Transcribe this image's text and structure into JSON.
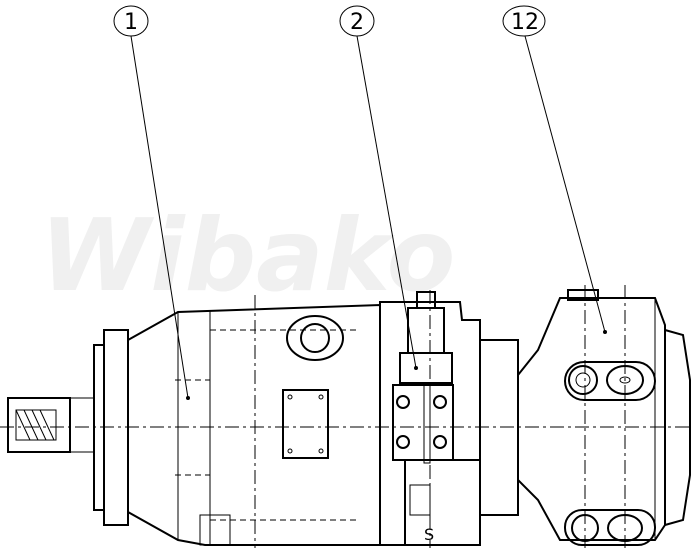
{
  "watermark": "Wibako",
  "callouts": [
    {
      "id": "1"
    },
    {
      "id": "2"
    },
    {
      "id": "12"
    }
  ],
  "port_label": "S"
}
